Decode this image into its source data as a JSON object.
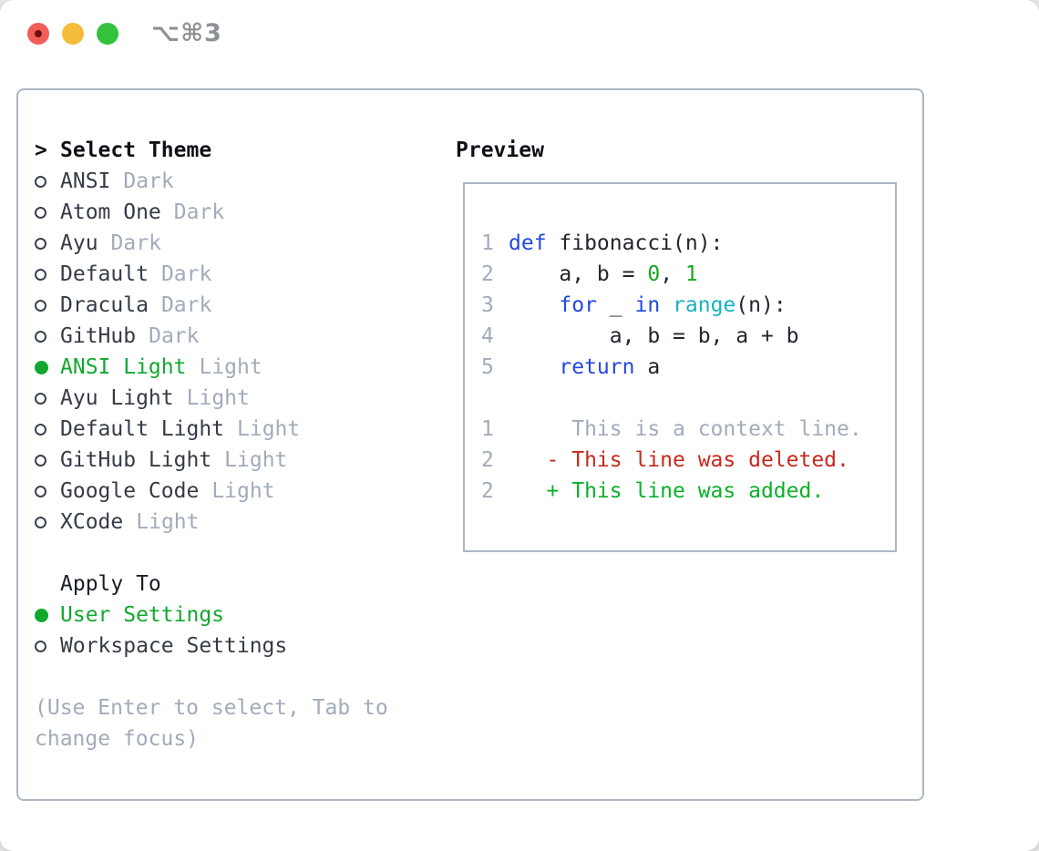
{
  "window": {
    "shortcut": "⌥⌘3"
  },
  "colors": {
    "accent_green": "#12a82e",
    "blue": "#2247e0",
    "cyan": "#18b3c4",
    "green_literal": "#18a620",
    "green_added": "#0bb02a",
    "red": "#c52a1c",
    "muted": "#a2abba",
    "fg_dark": "#353b46",
    "fg_code": "#21262e",
    "border": "#aeb7c3"
  },
  "sidebar": {
    "prompt": ">",
    "title": "Select Theme",
    "themes": [
      {
        "name": "ANSI",
        "tag": "Dark",
        "selected": false
      },
      {
        "name": "Atom One",
        "tag": "Dark",
        "selected": false
      },
      {
        "name": "Ayu",
        "tag": "Dark",
        "selected": false
      },
      {
        "name": "Default",
        "tag": "Dark",
        "selected": false
      },
      {
        "name": "Dracula",
        "tag": "Dark",
        "selected": false
      },
      {
        "name": "GitHub",
        "tag": "Dark",
        "selected": false
      },
      {
        "name": "ANSI Light",
        "tag": "Light",
        "selected": true
      },
      {
        "name": "Ayu Light",
        "tag": "Light",
        "selected": false
      },
      {
        "name": "Default Light",
        "tag": "Light",
        "selected": false
      },
      {
        "name": "GitHub Light",
        "tag": "Light",
        "selected": false
      },
      {
        "name": "Google Code",
        "tag": "Light",
        "selected": false
      },
      {
        "name": "XCode",
        "tag": "Light",
        "selected": false
      }
    ],
    "apply_title": "Apply To",
    "targets": [
      {
        "name": "User Settings",
        "selected": true
      },
      {
        "name": "Workspace Settings",
        "selected": false
      }
    ],
    "hint_line1": "(Use Enter to select, Tab to",
    "hint_line2": "change focus)"
  },
  "preview": {
    "title": "Preview",
    "code_lines": [
      {
        "num": "1",
        "tokens": [
          [
            "def",
            "blue"
          ],
          [
            " fibonacci(n):",
            "fg"
          ]
        ]
      },
      {
        "num": "2",
        "tokens": [
          [
            "    a, b = ",
            "fg"
          ],
          [
            "0",
            "green"
          ],
          [
            ", ",
            "fg"
          ],
          [
            "1",
            "green"
          ]
        ]
      },
      {
        "num": "3",
        "tokens": [
          [
            "    ",
            "fg"
          ],
          [
            "for",
            "blue"
          ],
          [
            " _ ",
            "fg"
          ],
          [
            "in",
            "blue"
          ],
          [
            " ",
            "fg"
          ],
          [
            "range",
            "cyan"
          ],
          [
            "(n):",
            "fg"
          ]
        ]
      },
      {
        "num": "4",
        "tokens": [
          [
            "        a, b = b, a + b",
            "fg"
          ]
        ]
      },
      {
        "num": "5",
        "tokens": [
          [
            "    ",
            "fg"
          ],
          [
            "return",
            "blue"
          ],
          [
            " a",
            "fg"
          ]
        ]
      }
    ],
    "diff_lines": [
      {
        "num": "1",
        "tokens": [
          [
            "     This is a context line.",
            "muted"
          ]
        ]
      },
      {
        "num": "2",
        "tokens": [
          [
            "   ",
            "fg"
          ],
          [
            "- This line was deleted.",
            "red"
          ]
        ]
      },
      {
        "num": "2",
        "tokens": [
          [
            "   ",
            "fg"
          ],
          [
            "+ This line was added.",
            "added"
          ]
        ]
      }
    ]
  }
}
